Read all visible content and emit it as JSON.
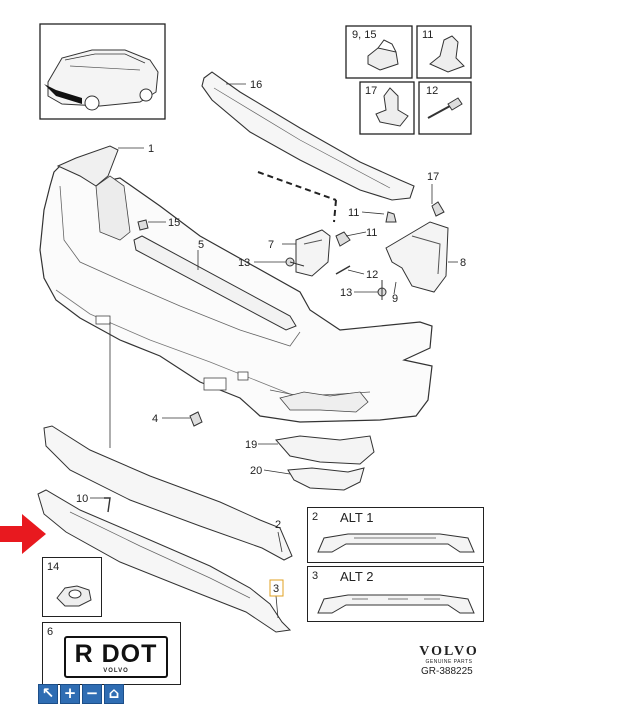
{
  "callouts": {
    "c1": "1",
    "c2": "2",
    "c3": "3",
    "c4": "4",
    "c5": "5",
    "c7": "7",
    "c8": "8",
    "c9": "9",
    "c10": "10",
    "c11a": "11",
    "c11b": "11",
    "c12": "12",
    "c13a": "13",
    "c13b": "13",
    "c15": "15",
    "c16": "16",
    "c17": "17",
    "c19": "19",
    "c20": "20"
  },
  "insets": {
    "top_9_15": "9, 15",
    "top_11": "11",
    "top_17": "17",
    "top_12": "12",
    "box_14": "14",
    "box_6": "6",
    "alt1_num": "2",
    "alt1_label": "ALT 1",
    "alt2_num": "3",
    "alt2_label": "ALT 2"
  },
  "plate": {
    "text": "R DOT",
    "brand": "VOLVO"
  },
  "logo": {
    "name": "VOLVO",
    "sub": "GENUINE PARTS"
  },
  "reference": "GR-388225",
  "toolbar": {
    "pointer": "↖",
    "zoom_in": "+",
    "zoom_out": "−",
    "home": "⌂"
  },
  "colors": {
    "accent_arrow": "#e8191f",
    "toolbar": "#2f6db3"
  }
}
